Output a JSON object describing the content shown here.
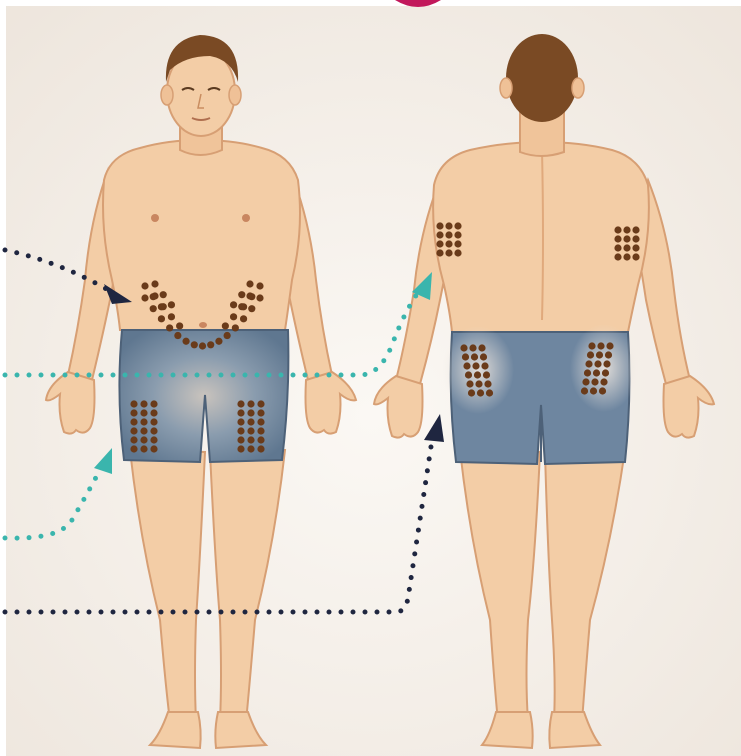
{
  "figure": {
    "views": [
      "front",
      "back"
    ],
    "injection_sites": [
      "abdomen",
      "front-thighs",
      "upper-arms",
      "buttocks"
    ],
    "colors": {
      "background": "#f4efe9",
      "skin": "#f3cda6",
      "skin_shadow": "#e0a97c",
      "hair": "#7a4a24",
      "shorts": "#7189a2",
      "shorts_dark": "#5f7790",
      "dot": "#6a3b1a",
      "teal_arrow": "#3ab5ad",
      "navy_arrow": "#1f2640",
      "magenta_accent": "#c2185b"
    }
  }
}
